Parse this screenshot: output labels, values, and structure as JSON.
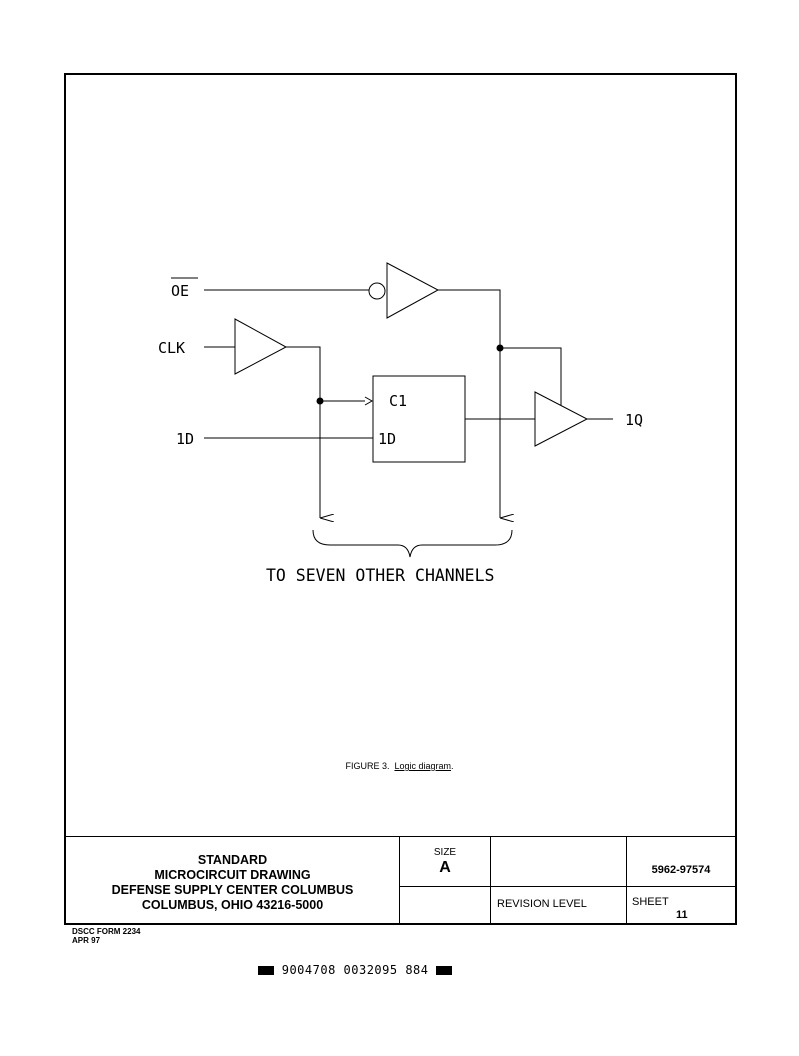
{
  "diagram": {
    "signals": {
      "oe": "OE",
      "clk": "CLK",
      "d_in": "1D",
      "c1": "C1",
      "d_pin": "1D",
      "q_out": "1Q"
    },
    "note": "TO SEVEN OTHER CHANNELS"
  },
  "caption": {
    "prefix": "FIGURE 3.",
    "title": "Logic diagram",
    "suffix": "."
  },
  "title_block": {
    "line1": "STANDARD",
    "line2": "MICROCIRCUIT DRAWING",
    "line3": "DEFENSE SUPPLY CENTER COLUMBUS",
    "line4": "COLUMBUS, OHIO 43216-5000",
    "size_label": "SIZE",
    "size_value": "A",
    "drawing_number": "5962-97574",
    "revision_label": "REVISION LEVEL",
    "sheet_label": "SHEET",
    "sheet_number": "11"
  },
  "form": {
    "line1": "DSCC FORM 2234",
    "line2": "APR 97"
  },
  "barcode_text": "9004708 0032095 884"
}
